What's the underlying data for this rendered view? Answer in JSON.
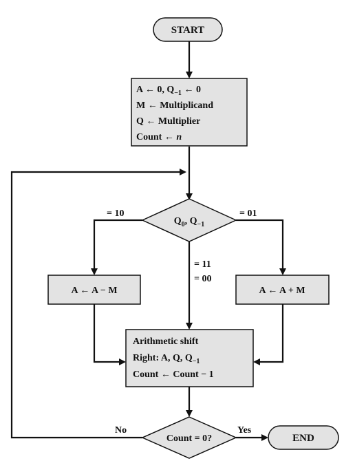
{
  "start": {
    "label": "START"
  },
  "init_box": {
    "line1": "A ← 0, Q",
    "line1_sub": "−1",
    "line1_tail": " ← 0",
    "line2": "M ← Multiplicand",
    "line3": "Q ← Multiplier",
    "line4_prefix": "Count ← ",
    "line4_var": "n"
  },
  "decision_q": {
    "prefix": "Q",
    "sub0": "0",
    "mid": ", Q",
    "sub1": "−1"
  },
  "edge_labels": {
    "left": "= 10",
    "right": "= 01",
    "down1": "= 11",
    "down2": "= 00"
  },
  "sub_box": {
    "label": "A ← A − M"
  },
  "add_box": {
    "label": "A ← A + M"
  },
  "shift_box": {
    "line1": "Arithmetic shift",
    "line2_prefix": "Right: A, Q, Q",
    "line2_sub": "−1",
    "line3": "Count ← Count − 1"
  },
  "decision_count": {
    "label": "Count = 0?"
  },
  "branch_labels": {
    "no": "No",
    "yes": "Yes"
  },
  "end": {
    "label": "END"
  }
}
